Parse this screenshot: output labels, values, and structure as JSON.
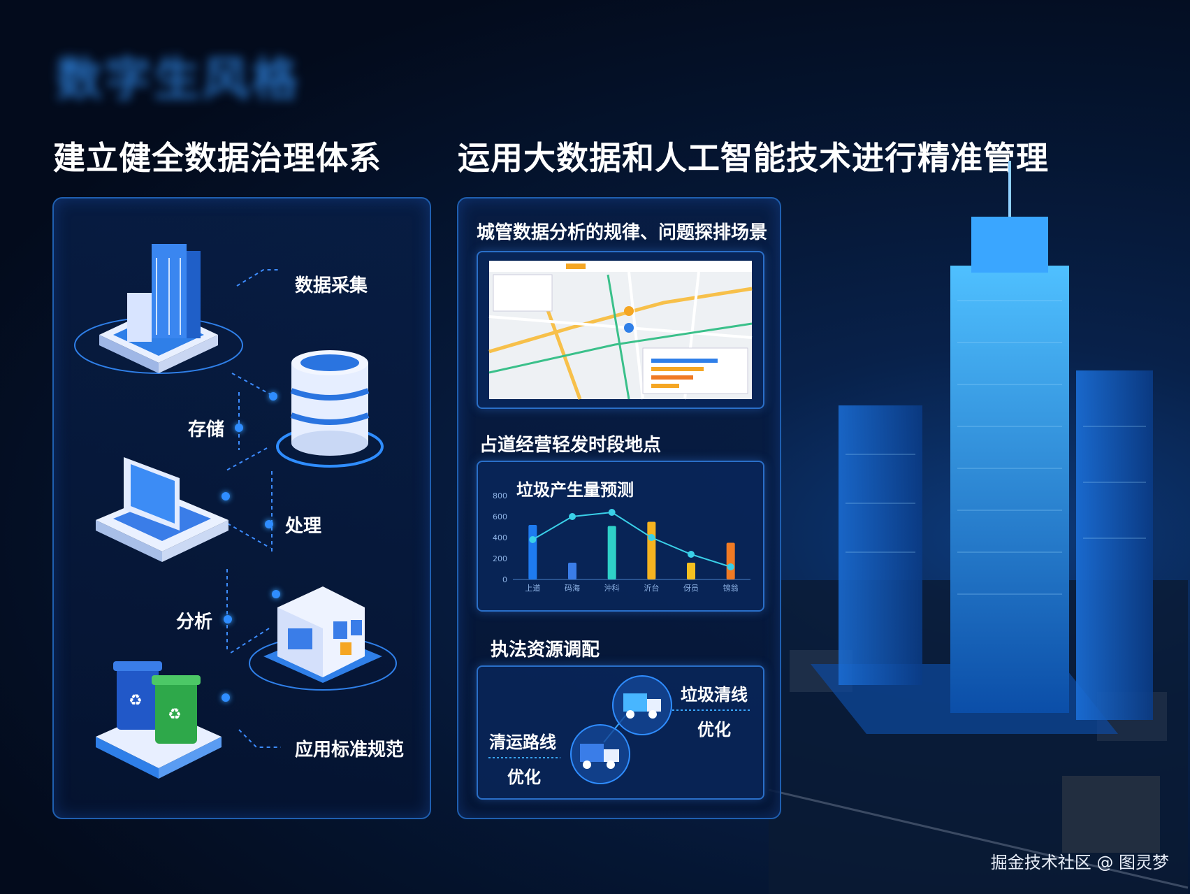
{
  "blurred_title": "数字生风格",
  "left_heading": "建立健全数据治理体系",
  "right_heading": "运用大数据和人工智能技术进行精准管理",
  "left_panel": {
    "steps": [
      "数据采集",
      "存储",
      "处理",
      "分析",
      "应用标准规范"
    ]
  },
  "right_panel": {
    "section1_title": "城管数据分析的规律、问题探排场景",
    "section2_title": "占道经营轻发时段地点",
    "section3_title": "执法资源调配",
    "route_label_a1": "垃圾清线",
    "route_label_a2": "优化",
    "route_label_b1": "清运路线",
    "route_label_b2": "优化"
  },
  "chart_data": {
    "type": "bar",
    "title": "垃圾产生量预测",
    "categories": [
      "上道",
      "码海",
      "沖科",
      "沂台",
      "伢员",
      "镑翁"
    ],
    "ylim": [
      0,
      800
    ],
    "yticks": [
      "0",
      "200",
      "400",
      "600",
      "800"
    ],
    "series": [
      {
        "values": [
          520,
          160,
          510,
          550,
          160,
          350
        ],
        "colors": [
          "#1e7bf0",
          "#3a7de8",
          "#2fd1c8",
          "#f5b320",
          "#f5c020",
          "#f07a24"
        ]
      },
      {
        "values": [
          380,
          600,
          640,
          400,
          240,
          120
        ]
      }
    ]
  },
  "watermark": "掘金技术社区 @ 图灵梦"
}
